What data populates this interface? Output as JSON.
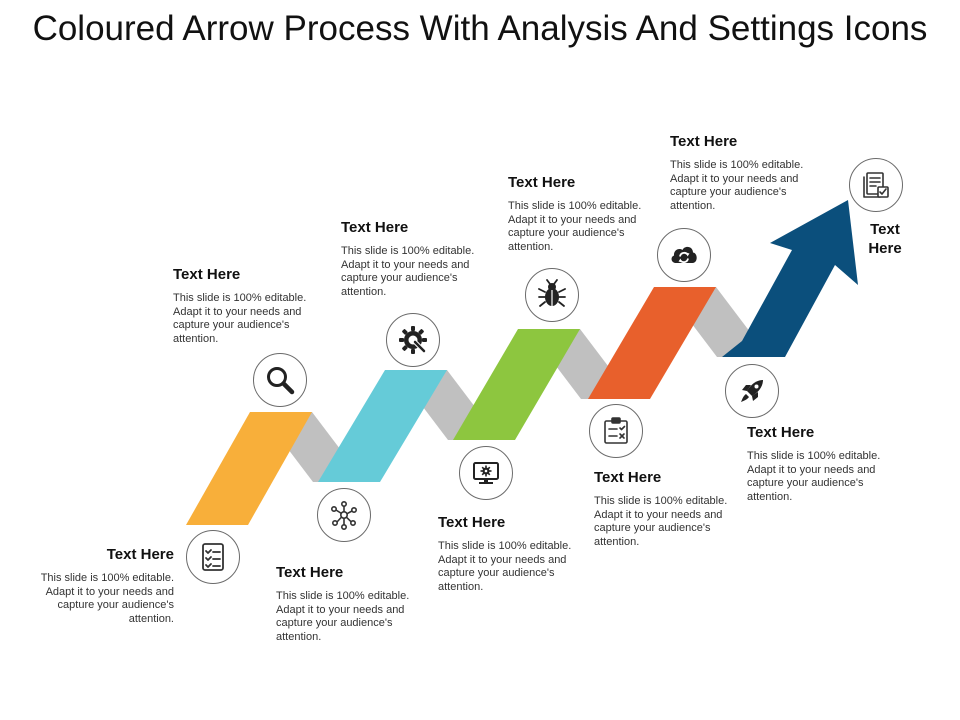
{
  "title": "Coloured Arrow Process With Analysis And Settings Icons",
  "colors": {
    "connector": "#c0c0c0",
    "segment_1": "#f8af3a",
    "segment_2": "#65cbd8",
    "segment_3": "#8dc63f",
    "segment_4": "#e8602c",
    "arrow": "#0b4f7c"
  },
  "end_label": "Text Here",
  "steps": [
    {
      "heading": "Text Here",
      "description": "This slide is 100% editable. Adapt it to your needs and capture your audience's attention.",
      "icon": "checklist-icon"
    },
    {
      "heading": "Text Here",
      "description": "This slide is 100% editable. Adapt it to your needs and capture your audience's attention.",
      "icon": "magnifier-icon"
    },
    {
      "heading": "Text Here",
      "description": "This slide is 100% editable. Adapt it to your needs and capture your audience's attention.",
      "icon": "network-icon"
    },
    {
      "heading": "Text Here",
      "description": "This slide is 100% editable. Adapt it to your needs and capture your audience's attention.",
      "icon": "gear-wrench-icon"
    },
    {
      "heading": "Text Here",
      "description": "This slide is 100% editable. Adapt it to your needs and capture your audience's attention.",
      "icon": "monitor-gear-icon"
    },
    {
      "heading": "Text Here",
      "description": "This slide is 100% editable. Adapt it to your needs and capture your audience's attention.",
      "icon": "bug-icon"
    },
    {
      "heading": "Text Here",
      "description": "This slide is 100% editable. Adapt it to your needs and capture your audience's attention.",
      "icon": "clipboard-chart-icon"
    },
    {
      "heading": "Text Here",
      "description": "This slide is 100% editable. Adapt it to your needs and capture your audience's attention.",
      "icon": "cloud-sync-icon"
    },
    {
      "heading": "Text Here",
      "description": "This slide is 100% editable. Adapt it to your needs and capture your audience's attention.",
      "icon": "rocket-icon"
    },
    {
      "heading": "",
      "description": "",
      "icon": "document-check-icon"
    }
  ]
}
